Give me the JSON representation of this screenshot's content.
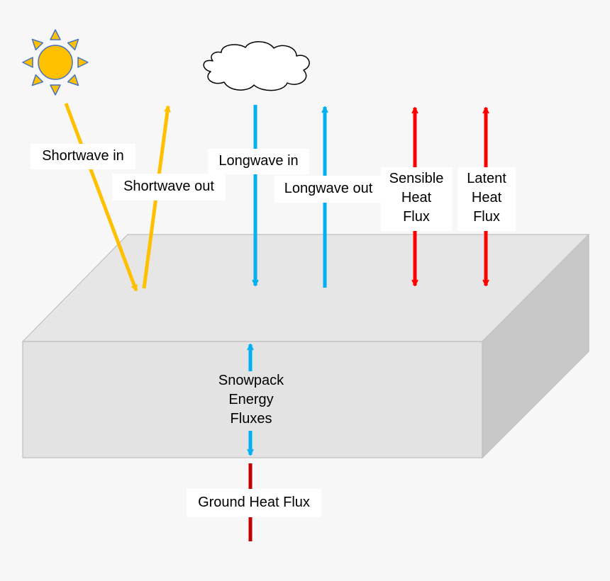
{
  "diagram": {
    "labels": {
      "shortwave_in": "Shortwave in",
      "shortwave_out": "Shortwave out",
      "longwave_in": "Longwave in",
      "longwave_out": "Longwave out",
      "sensible_heat_flux": [
        "Sensible",
        "Heat",
        "Flux"
      ],
      "latent_heat_flux": [
        "Latent",
        "Heat",
        "Flux"
      ],
      "snowpack_energy_fluxes": [
        "Snowpack",
        "Energy",
        "Fluxes"
      ],
      "ground_heat_flux": "Ground Heat Flux"
    },
    "icons": {
      "sun": "sun-icon",
      "cloud": "cloud-icon"
    },
    "colors": {
      "shortwave": "#FFC000",
      "longwave": "#00B0F0",
      "turbulent": "#FF0000",
      "ground": "#C00000",
      "sun_fill": "#FFC000",
      "sun_outline": "#4472C4",
      "snow_top": "#e6e6e6",
      "snow_front": "#e3e3e3",
      "snow_side": "#c8c8c8"
    }
  }
}
